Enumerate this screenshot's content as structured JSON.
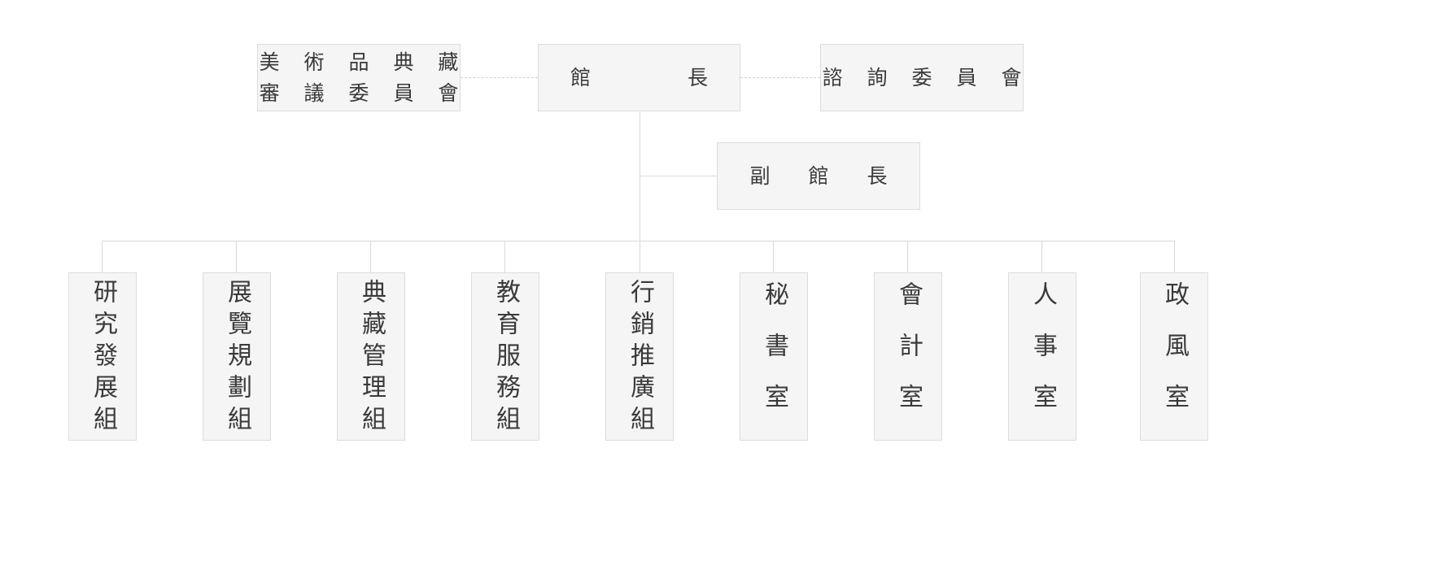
{
  "chart_title": "",
  "colors": {
    "box_fill": "#f5f5f5",
    "box_border": "#dcdcdc",
    "line": "#d9d9d9",
    "dashed_line": "#cfcfcf",
    "text": "#3a3a3a",
    "background": "#ffffff"
  },
  "top_row": {
    "left_committee": {
      "line1": "美 術 品 典 藏",
      "line2": "審 議 委 員 會"
    },
    "director": "館　　　長",
    "right_committee": "諮 詢 委 員 會"
  },
  "deputy": {
    "label": "副　館　長"
  },
  "departments": [
    {
      "label": "研究發展組",
      "spacing": "tight"
    },
    {
      "label": "展覽規劃組",
      "spacing": "tight"
    },
    {
      "label": "典藏管理組",
      "spacing": "tight"
    },
    {
      "label": "教育服務組",
      "spacing": "tight"
    },
    {
      "label": "行銷推廣組",
      "spacing": "tight"
    },
    {
      "label": "秘書室",
      "spacing": "wide"
    },
    {
      "label": "會計室",
      "spacing": "wide"
    },
    {
      "label": "人事室",
      "spacing": "wide"
    },
    {
      "label": "政風室",
      "spacing": "wide"
    }
  ]
}
